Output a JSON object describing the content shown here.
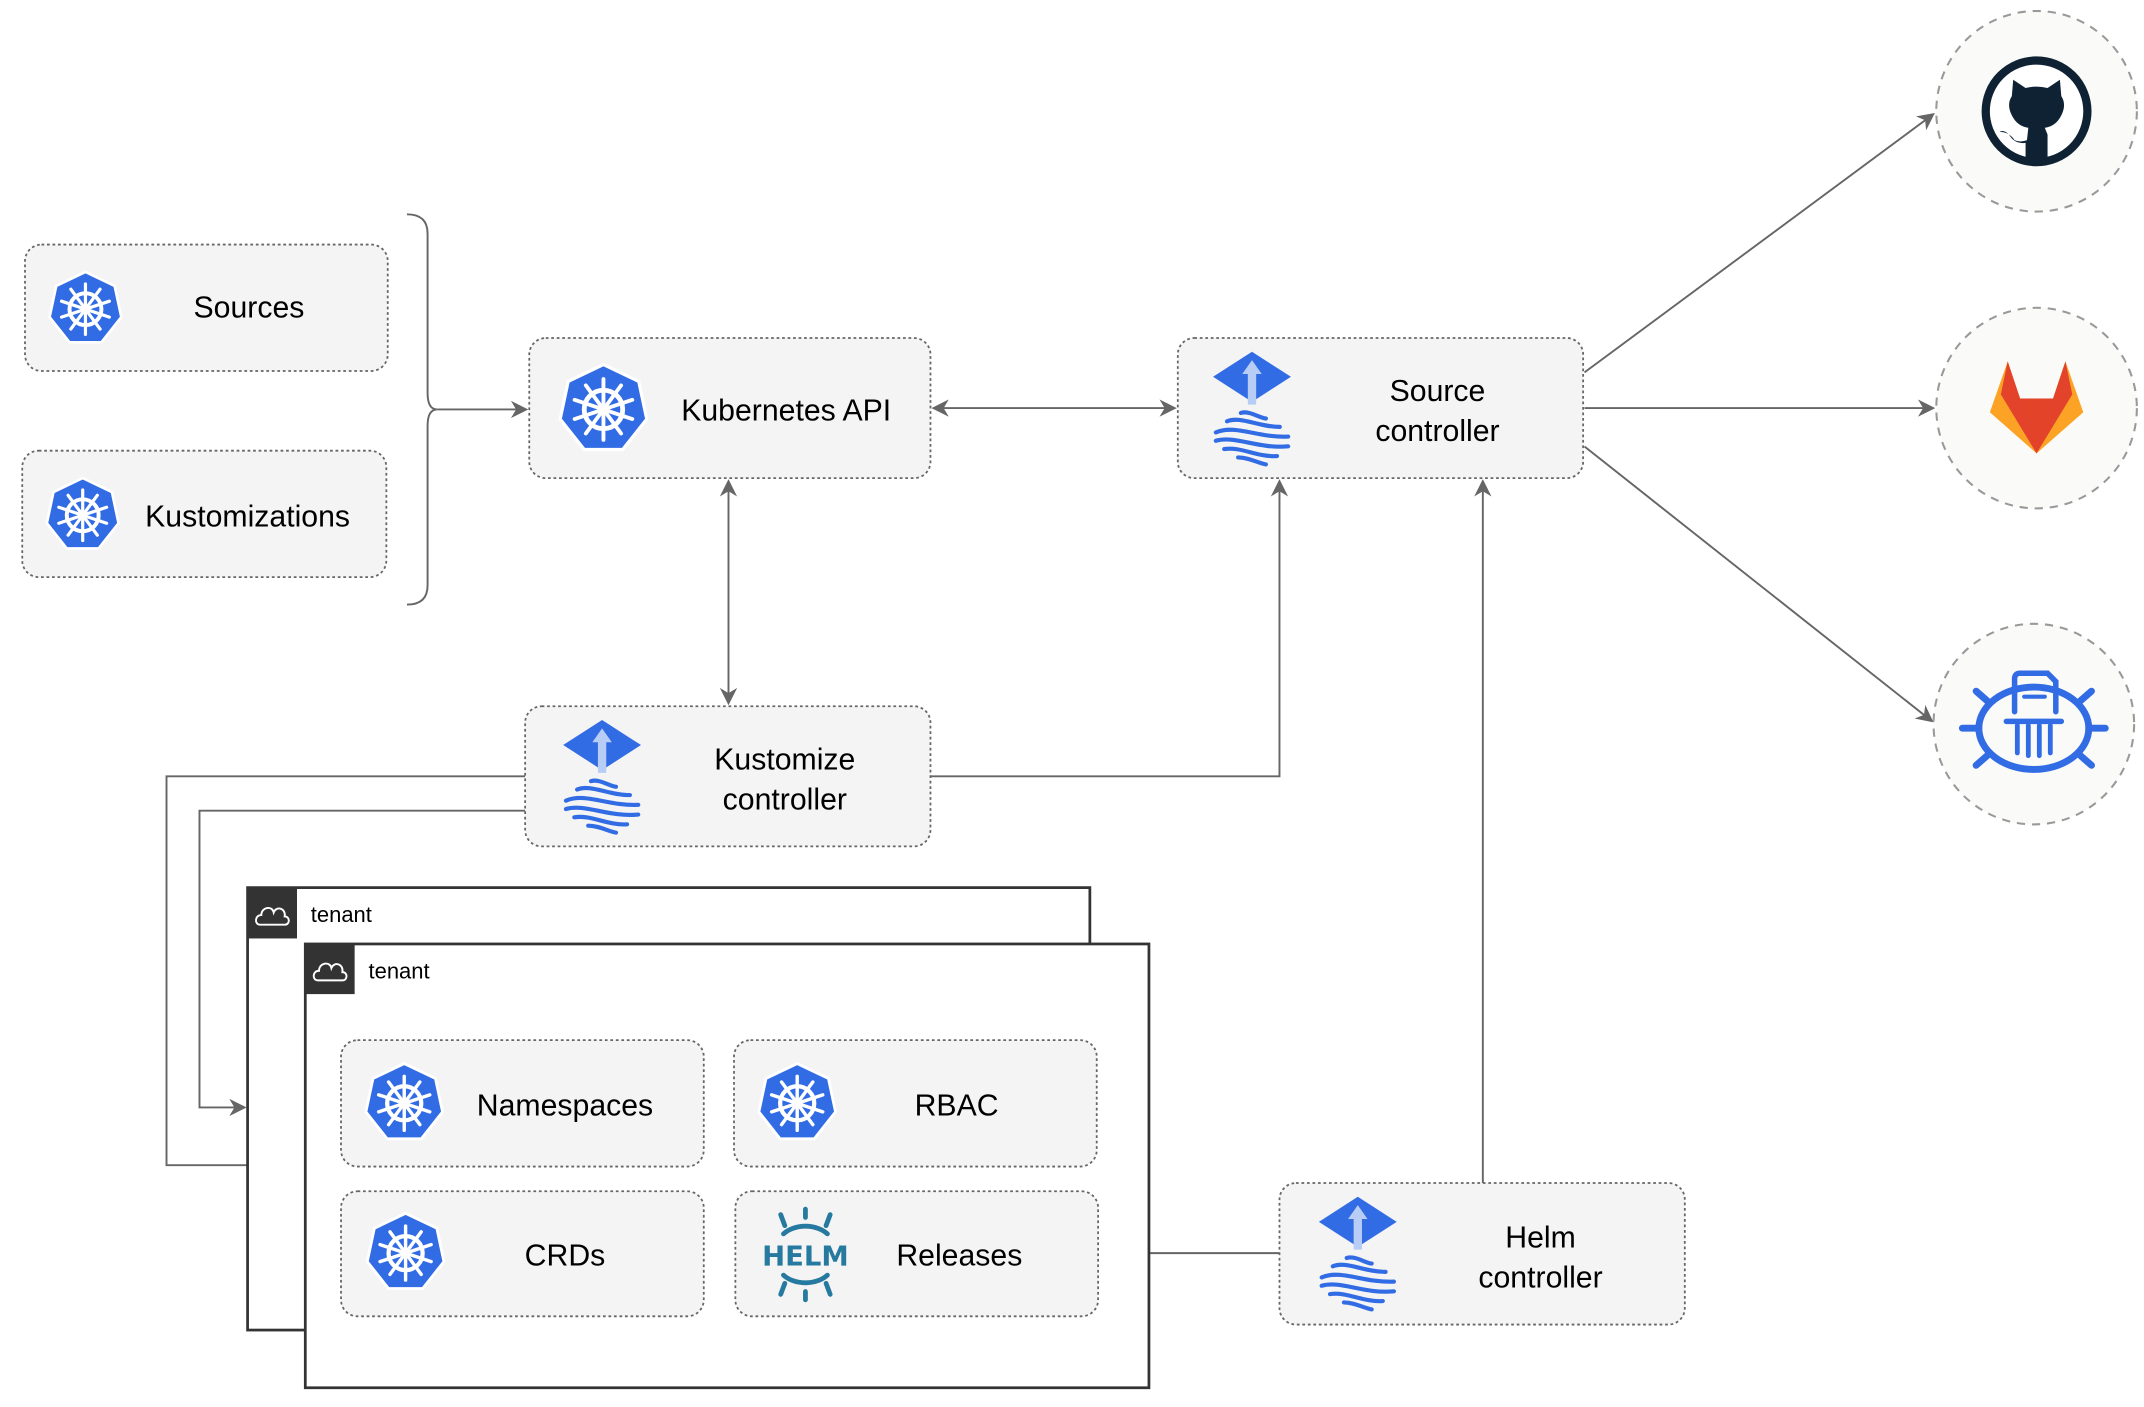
{
  "colors": {
    "kubernetes_blue": "#326ce5",
    "flux_blue": "#326ce5",
    "helm_teal": "#277a9f",
    "edge": "#666666",
    "node_fill": "#f4f4f4",
    "github": "#0f2233",
    "gitlab_orange": "#e2432a",
    "gitlab_light": "#fca326"
  },
  "inputs": {
    "sources": {
      "label": "Sources",
      "icon": "kubernetes-icon"
    },
    "kustomizations": {
      "label": "Kustomizations",
      "icon": "kubernetes-icon"
    }
  },
  "kubernetes_api": {
    "label": "Kubernetes API",
    "icon": "kubernetes-icon"
  },
  "source_controller": {
    "line1": "Source",
    "line2": "controller",
    "icon": "flux-icon"
  },
  "kustomize_controller": {
    "line1": "Kustomize",
    "line2": "controller",
    "icon": "flux-icon"
  },
  "helm_controller": {
    "line1": "Helm",
    "line2": "controller",
    "icon": "flux-icon"
  },
  "tenants": [
    {
      "label": "tenant",
      "icon": "cloud-icon"
    },
    {
      "label": "tenant",
      "icon": "cloud-icon"
    }
  ],
  "tenant_resources": {
    "namespaces": {
      "label": "Namespaces",
      "icon": "kubernetes-icon"
    },
    "rbac": {
      "label": "RBAC",
      "icon": "kubernetes-icon"
    },
    "crds": {
      "label": "CRDs",
      "icon": "kubernetes-icon"
    },
    "releases": {
      "label": "Releases",
      "icon": "helm-icon",
      "icon_text": "HELM"
    }
  },
  "external_sources": [
    {
      "icon": "github-icon"
    },
    {
      "icon": "gitlab-icon"
    },
    {
      "icon": "bucket-icon"
    }
  ]
}
